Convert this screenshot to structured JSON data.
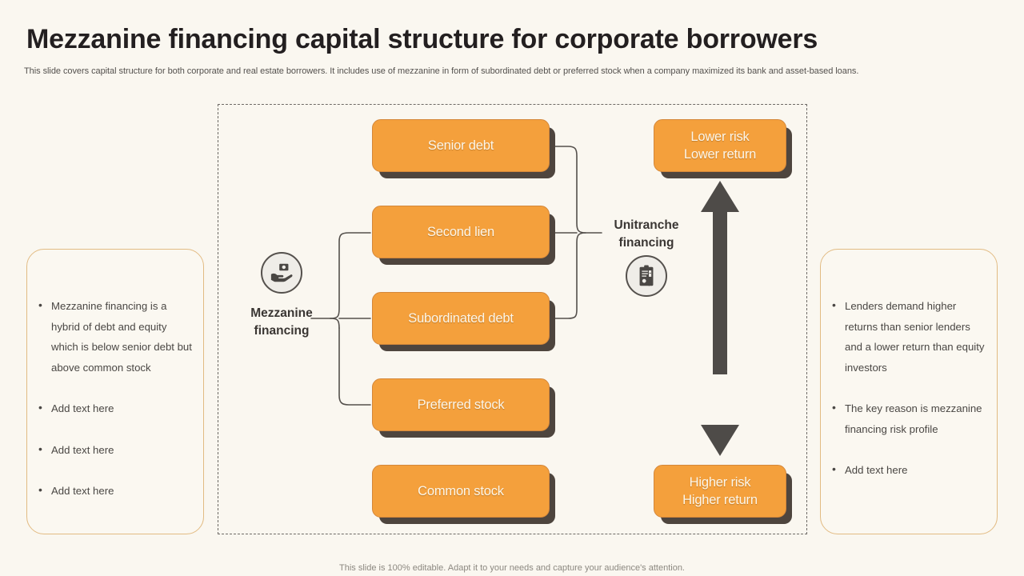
{
  "header": {
    "title": "Mezzanine financing capital structure for corporate borrowers",
    "subtitle": "This slide covers capital structure for both corporate and real estate borrowers. It includes use of mezzanine in form of subordinated debt or preferred stock when a company maximized its bank and asset-based loans."
  },
  "diagram": {
    "capital_stack": [
      {
        "label": "Senior debt"
      },
      {
        "label": "Second lien"
      },
      {
        "label": "Subordinated debt"
      },
      {
        "label": "Preferred stock"
      },
      {
        "label": "Common stock"
      }
    ],
    "risk_boxes": {
      "top": "Lower risk\nLower return",
      "top_line1": "Lower risk",
      "top_line2": "Lower return",
      "bottom_line1": "Higher risk",
      "bottom_line2": "Higher return"
    },
    "nodes": {
      "mezzanine_line1": "Mezzanine",
      "mezzanine_line2": "financing",
      "mezzanine_icon": "hand-holding-money-icon",
      "unitranche_line1": "Unitranche",
      "unitranche_line2": "financing",
      "unitranche_icon": "clipboard-magnifier-icon"
    },
    "arrow": "risk-return-double-arrow"
  },
  "panel_left": {
    "bullets": [
      "Mezzanine financing is a hybrid of debt and equity which is below senior debt but above common stock",
      "Add text here",
      "Add text here",
      "Add text here"
    ]
  },
  "panel_right": {
    "bullets": [
      "Lenders demand higher returns than senior lenders and a lower return than equity investors",
      "The key reason is mezzanine financing risk profile",
      "Add text here"
    ]
  },
  "footer": {
    "note": "This slide is 100% editable. Adapt it to your needs and capture your audience's attention."
  },
  "colors": {
    "background": "#FAF7F0",
    "box_fill": "#F4A03C",
    "box_shadow": "#4E453E",
    "panel_border": "#E2BB83",
    "text_dark": "#231F20",
    "arrow": "#4E4B48"
  }
}
